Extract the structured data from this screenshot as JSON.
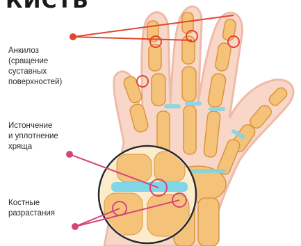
{
  "title": "КИСТЬ",
  "labels": {
    "ankylosis": "Анкилоз\n(сращение\nсуставных\nповерхностей)",
    "cartilage": "Истончение\nи уплотнение\nхряща",
    "growths": "Костные\nразрастания"
  },
  "colors": {
    "skin": "#f6c9b6",
    "skin_outline": "#e9a58c",
    "bone": "#f5c27a",
    "bone_light": "#fde6b8",
    "cartilage": "#7fd6e6",
    "pointer_red": "#e2452d",
    "pointer_pink": "#d6457a",
    "lens_ring": "#2a2a2a"
  }
}
